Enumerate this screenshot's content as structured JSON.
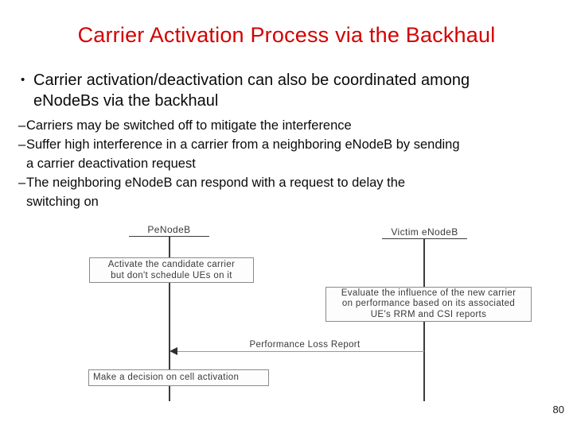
{
  "slide": {
    "title": "Carrier Activation Process via the Backhaul",
    "page_number": "80"
  },
  "bullets": {
    "marker": "•",
    "dash": "–",
    "main_lines": [
      "Carrier activation/deactivation can also be coordinated among",
      "eNodeBs via the backhaul"
    ],
    "subs": [
      [
        "Carriers may be switched off to mitigate the interference"
      ],
      [
        "Suffer high interference in a carrier from a neighboring eNodeB by sending",
        "a carrier deactivation request"
      ],
      [
        "The neighboring eNodeB can respond with a request to delay the",
        "switching on"
      ]
    ]
  },
  "diagram": {
    "type": "sequence-diagram",
    "actors": {
      "left": "PeNodeB",
      "right": "Victim eNodeB"
    },
    "boxes": {
      "activate": {
        "actor": "PeNodeB",
        "lines": [
          "Activate the candidate carrier",
          "but don't schedule UEs on it"
        ]
      },
      "evaluate": {
        "actor": "Victim eNodeB",
        "lines": [
          "Evaluate the influence of the new carrier",
          "on performance based on its associated",
          "UE's RRM and CSI reports"
        ]
      },
      "decision": {
        "actor": "PeNodeB",
        "label": "Make a decision on cell activation"
      }
    },
    "message": {
      "label": "Performance Loss Report",
      "from": "Victim eNodeB",
      "to": "PeNodeB",
      "direction": "right-to-left"
    }
  },
  "colors": {
    "background": "#ffffff",
    "title": "#d40000",
    "body_text": "#0a0a0a",
    "diagram_text": "#3a3a3a",
    "diagram_line": "#3c3c3c",
    "box_border": "#8a8a8a"
  }
}
